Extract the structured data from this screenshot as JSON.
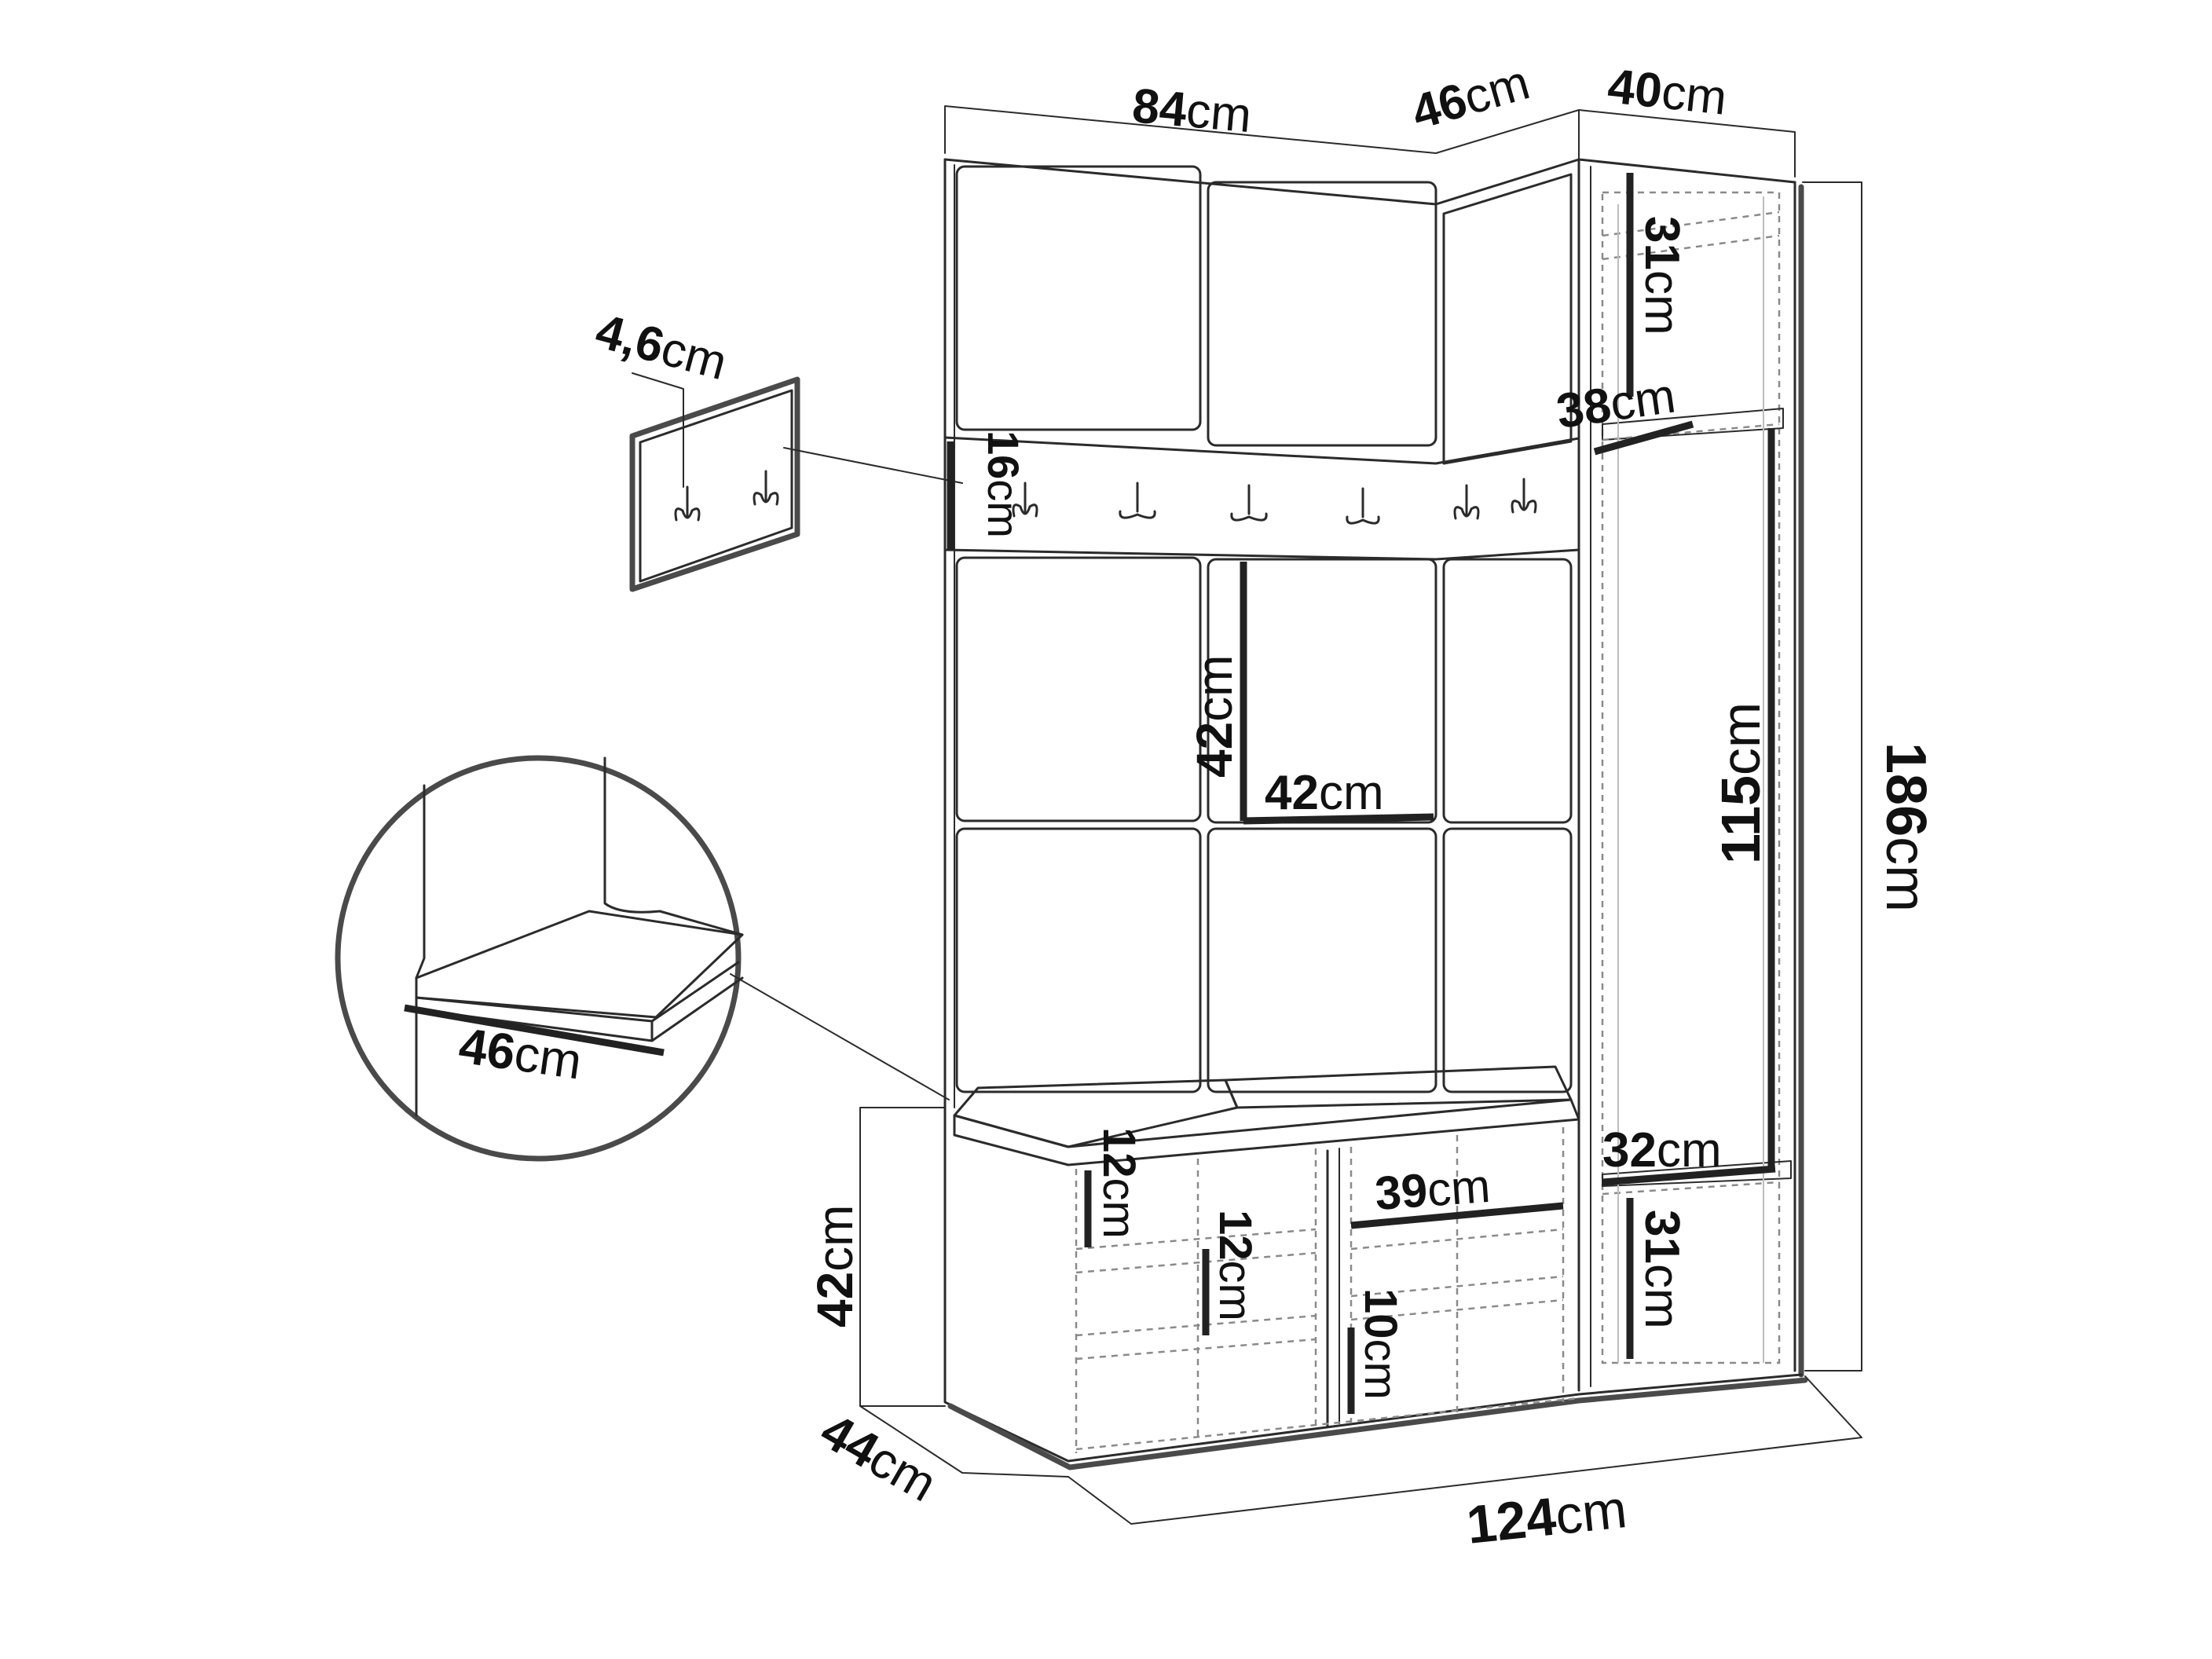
{
  "dimensions": {
    "top_width": {
      "num": "84",
      "unit": "cm"
    },
    "top_corner": {
      "num": "46",
      "unit": "cm"
    },
    "top_right": {
      "num": "40",
      "unit": "cm"
    },
    "hook_depth": {
      "num": "4,6",
      "unit": "cm"
    },
    "hook_height": {
      "num": "16",
      "unit": "cm"
    },
    "top_shelf": {
      "num": "31",
      "unit": "cm"
    },
    "shelf_width": {
      "num": "38",
      "unit": "cm"
    },
    "panel_height": {
      "num": "42",
      "unit": "cm"
    },
    "panel_width": {
      "num": "42",
      "unit": "cm"
    },
    "wardrobe_height": {
      "num": "115",
      "unit": "cm"
    },
    "total_height": {
      "num": "186",
      "unit": "cm"
    },
    "seat_depth": {
      "num": "46",
      "unit": "cm"
    },
    "lower_shelf_w": {
      "num": "32",
      "unit": "cm"
    },
    "bench_compart": {
      "num": "39",
      "unit": "cm"
    },
    "bench_h1": {
      "num": "12",
      "unit": "cm"
    },
    "bench_h2": {
      "num": "12",
      "unit": "cm"
    },
    "bench_h3": {
      "num": "10",
      "unit": "cm"
    },
    "bottom_shelf": {
      "num": "31",
      "unit": "cm"
    },
    "bench_height": {
      "num": "42",
      "unit": "cm"
    },
    "bench_depth": {
      "num": "44",
      "unit": "cm"
    },
    "total_width": {
      "num": "124",
      "unit": "cm"
    }
  },
  "colors": {
    "line": "#2b2b2b",
    "dimension_bar": "#4a4a4a",
    "dashed": "#8a8a8a",
    "text": "#111111",
    "background": "#ffffff"
  }
}
